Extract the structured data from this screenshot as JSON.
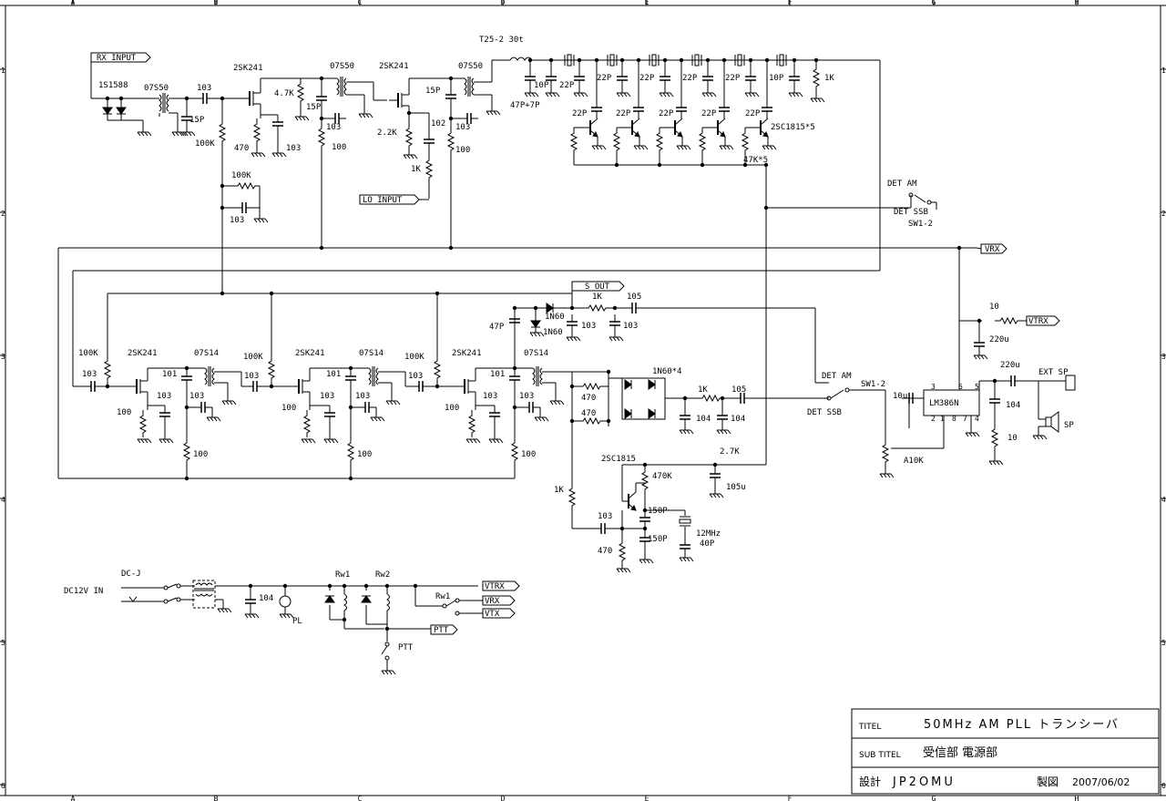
{
  "border": {
    "columns": [
      "A",
      "B",
      "C",
      "D",
      "E",
      "F",
      "G",
      "H"
    ],
    "rows": [
      "1",
      "2",
      "3",
      "4",
      "5",
      "6"
    ]
  },
  "labels": {
    "rx_input": "RX INPUT",
    "lo_input": "LO INPUT",
    "s_out": "S OUT",
    "vrx": "VRX",
    "vtrx": "VTRX",
    "vtx": "VTX",
    "ptt": "PTT",
    "ptt_switch": "PTT",
    "dc_j": "DC-J",
    "dc12v": "DC12V IN",
    "pl": "PL",
    "rw1": "Rw1",
    "rw2": "Rw2",
    "rw1b": "Rw1",
    "det_am_top": "DET AM",
    "det_ssb_top": "DET SSB",
    "sw1_2_top": "SW1-2",
    "det_am_mid": "DET AM",
    "det_ssb_mid": "DET SSB",
    "sw1_2_mid": "SW1-2",
    "lm386": "LM386N",
    "ext_sp": "EXT SP",
    "sp": "SP",
    "a10k": "A10K",
    "t25": "T25-2 30t",
    "xtal": "12MHz",
    "xtal_cap": "40P",
    "q_osc": "2SC1815",
    "q_array": "2SC1815*5",
    "r_array": "47K*5",
    "diode_1s1588": "1S1588",
    "diode_1n60_array": "1N60*4",
    "diode_1n60_a": "1N60",
    "diode_1n60_b": "1N60",
    "fet1": "2SK241",
    "fet2": "2SK241",
    "fet3": "2SK241",
    "fet4": "2SK241",
    "fet5": "2SK241",
    "tr1": "07S50",
    "tr2": "07S50",
    "tr3": "07S50",
    "tr4": "07S14",
    "tr5": "07S14",
    "tr6": "07S14",
    "c_103a": "103",
    "c_15p_a": "15P",
    "r_100k_a": "100K",
    "r_470_a": "470",
    "c_103b": "103",
    "r_4k7": "4.7K",
    "c_15p_b": "15P",
    "c_103c": "103",
    "r_100_a": "100",
    "r_2k2": "2.2K",
    "c_15p_c": "15P",
    "c_102": "102",
    "c_103d": "103",
    "r_100_b": "100",
    "r_1k_lo": "1K",
    "r_100k_fb": "100K",
    "c_103_fb": "103",
    "c_47p7p": "47P+7P",
    "c_10p_a": "10P",
    "c_22p_1": "22P",
    "c_22p_2": "22P",
    "c_22p_3": "22P",
    "c_22p_4": "22P",
    "c_22p_5": "22P",
    "c_10p_b": "10P",
    "r_1k_top": "1K",
    "c_22p_b1": "22P",
    "c_22p_b2": "22P",
    "c_22p_b3": "22P",
    "c_22p_b4": "22P",
    "c_22p_b5": "22P",
    "r_100k_s1": "100K",
    "c_103_s1": "103",
    "c_101_s1": "101",
    "c_103_s1b": "103",
    "c_103_s1c": "103",
    "r_100_s1": "100",
    "r_100_s1b": "100",
    "r_100k_s2": "100K",
    "c_103_s2": "103",
    "c_101_s2": "101",
    "c_103_s2b": "103",
    "c_103_s2c": "103",
    "r_100_s2": "100",
    "r_100_s2b": "100",
    "r_100k_s3": "100K",
    "c_103_s3": "103",
    "c_101_s3": "101",
    "c_103_s3b": "103",
    "c_103_s3c": "103",
    "r_100_s3": "100",
    "r_100_s3b": "100",
    "c_47p": "47P",
    "r_1k_s": "1K",
    "c_105_a": "105",
    "c_103_s": "103",
    "c_103_s2d": "103",
    "r_470_d1": "470",
    "r_470_d2": "470",
    "r_1k_det": "1K",
    "c_105_b": "105",
    "c_104_det1": "104",
    "c_104_det2": "104",
    "r_2k7": "2.7K",
    "c_105u": "105u",
    "r_470k": "470K",
    "c_150p_a": "150P",
    "c_150p_b": "150P",
    "c_103_osc": "103",
    "r_1k_osc": "1K",
    "r_470_osc": "470",
    "c_10u": "10u",
    "c_220u_a": "220u",
    "r_10_a": "10",
    "c_220u_b": "220u",
    "c_104_amp": "104",
    "r_10_b": "10",
    "c_104_pwr": "104",
    "pin_3": "3",
    "pin_2": "2",
    "pin_6": "6",
    "pin_5": "5",
    "pin_4": "4",
    "pin_1": "1",
    "pin_8": "8",
    "pin_7": "7"
  },
  "title_block": {
    "titel_label": "TITEL",
    "title": "50MHz AM PLL トランシーバ",
    "sub_titel_label": "SUB TITEL",
    "sub_title": "受信部 電源部",
    "design_label": "設計",
    "designer": "JP2OMU",
    "drawing_label": "製図",
    "date": "2007/06/02"
  }
}
